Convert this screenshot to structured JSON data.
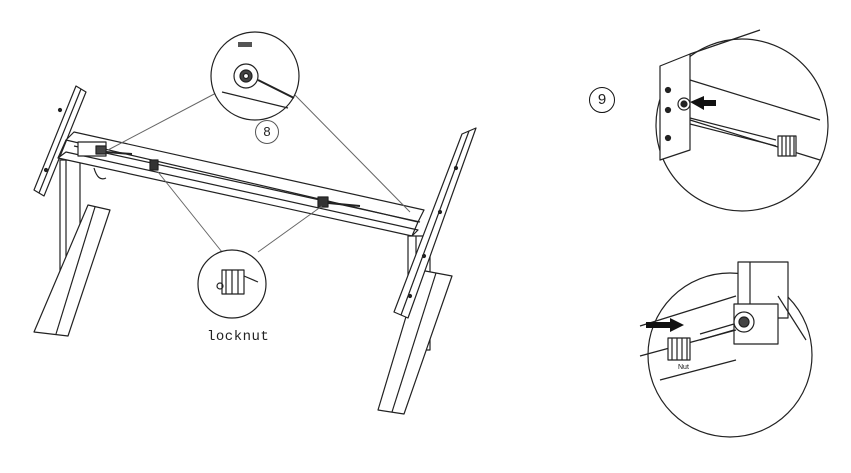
{
  "labels": {
    "step_8": "8",
    "step_9": "9",
    "locknut": "locknut",
    "nut": "Nut"
  },
  "colors": {
    "line": "#222222",
    "leader": "#666666",
    "arrow": "#111111"
  }
}
